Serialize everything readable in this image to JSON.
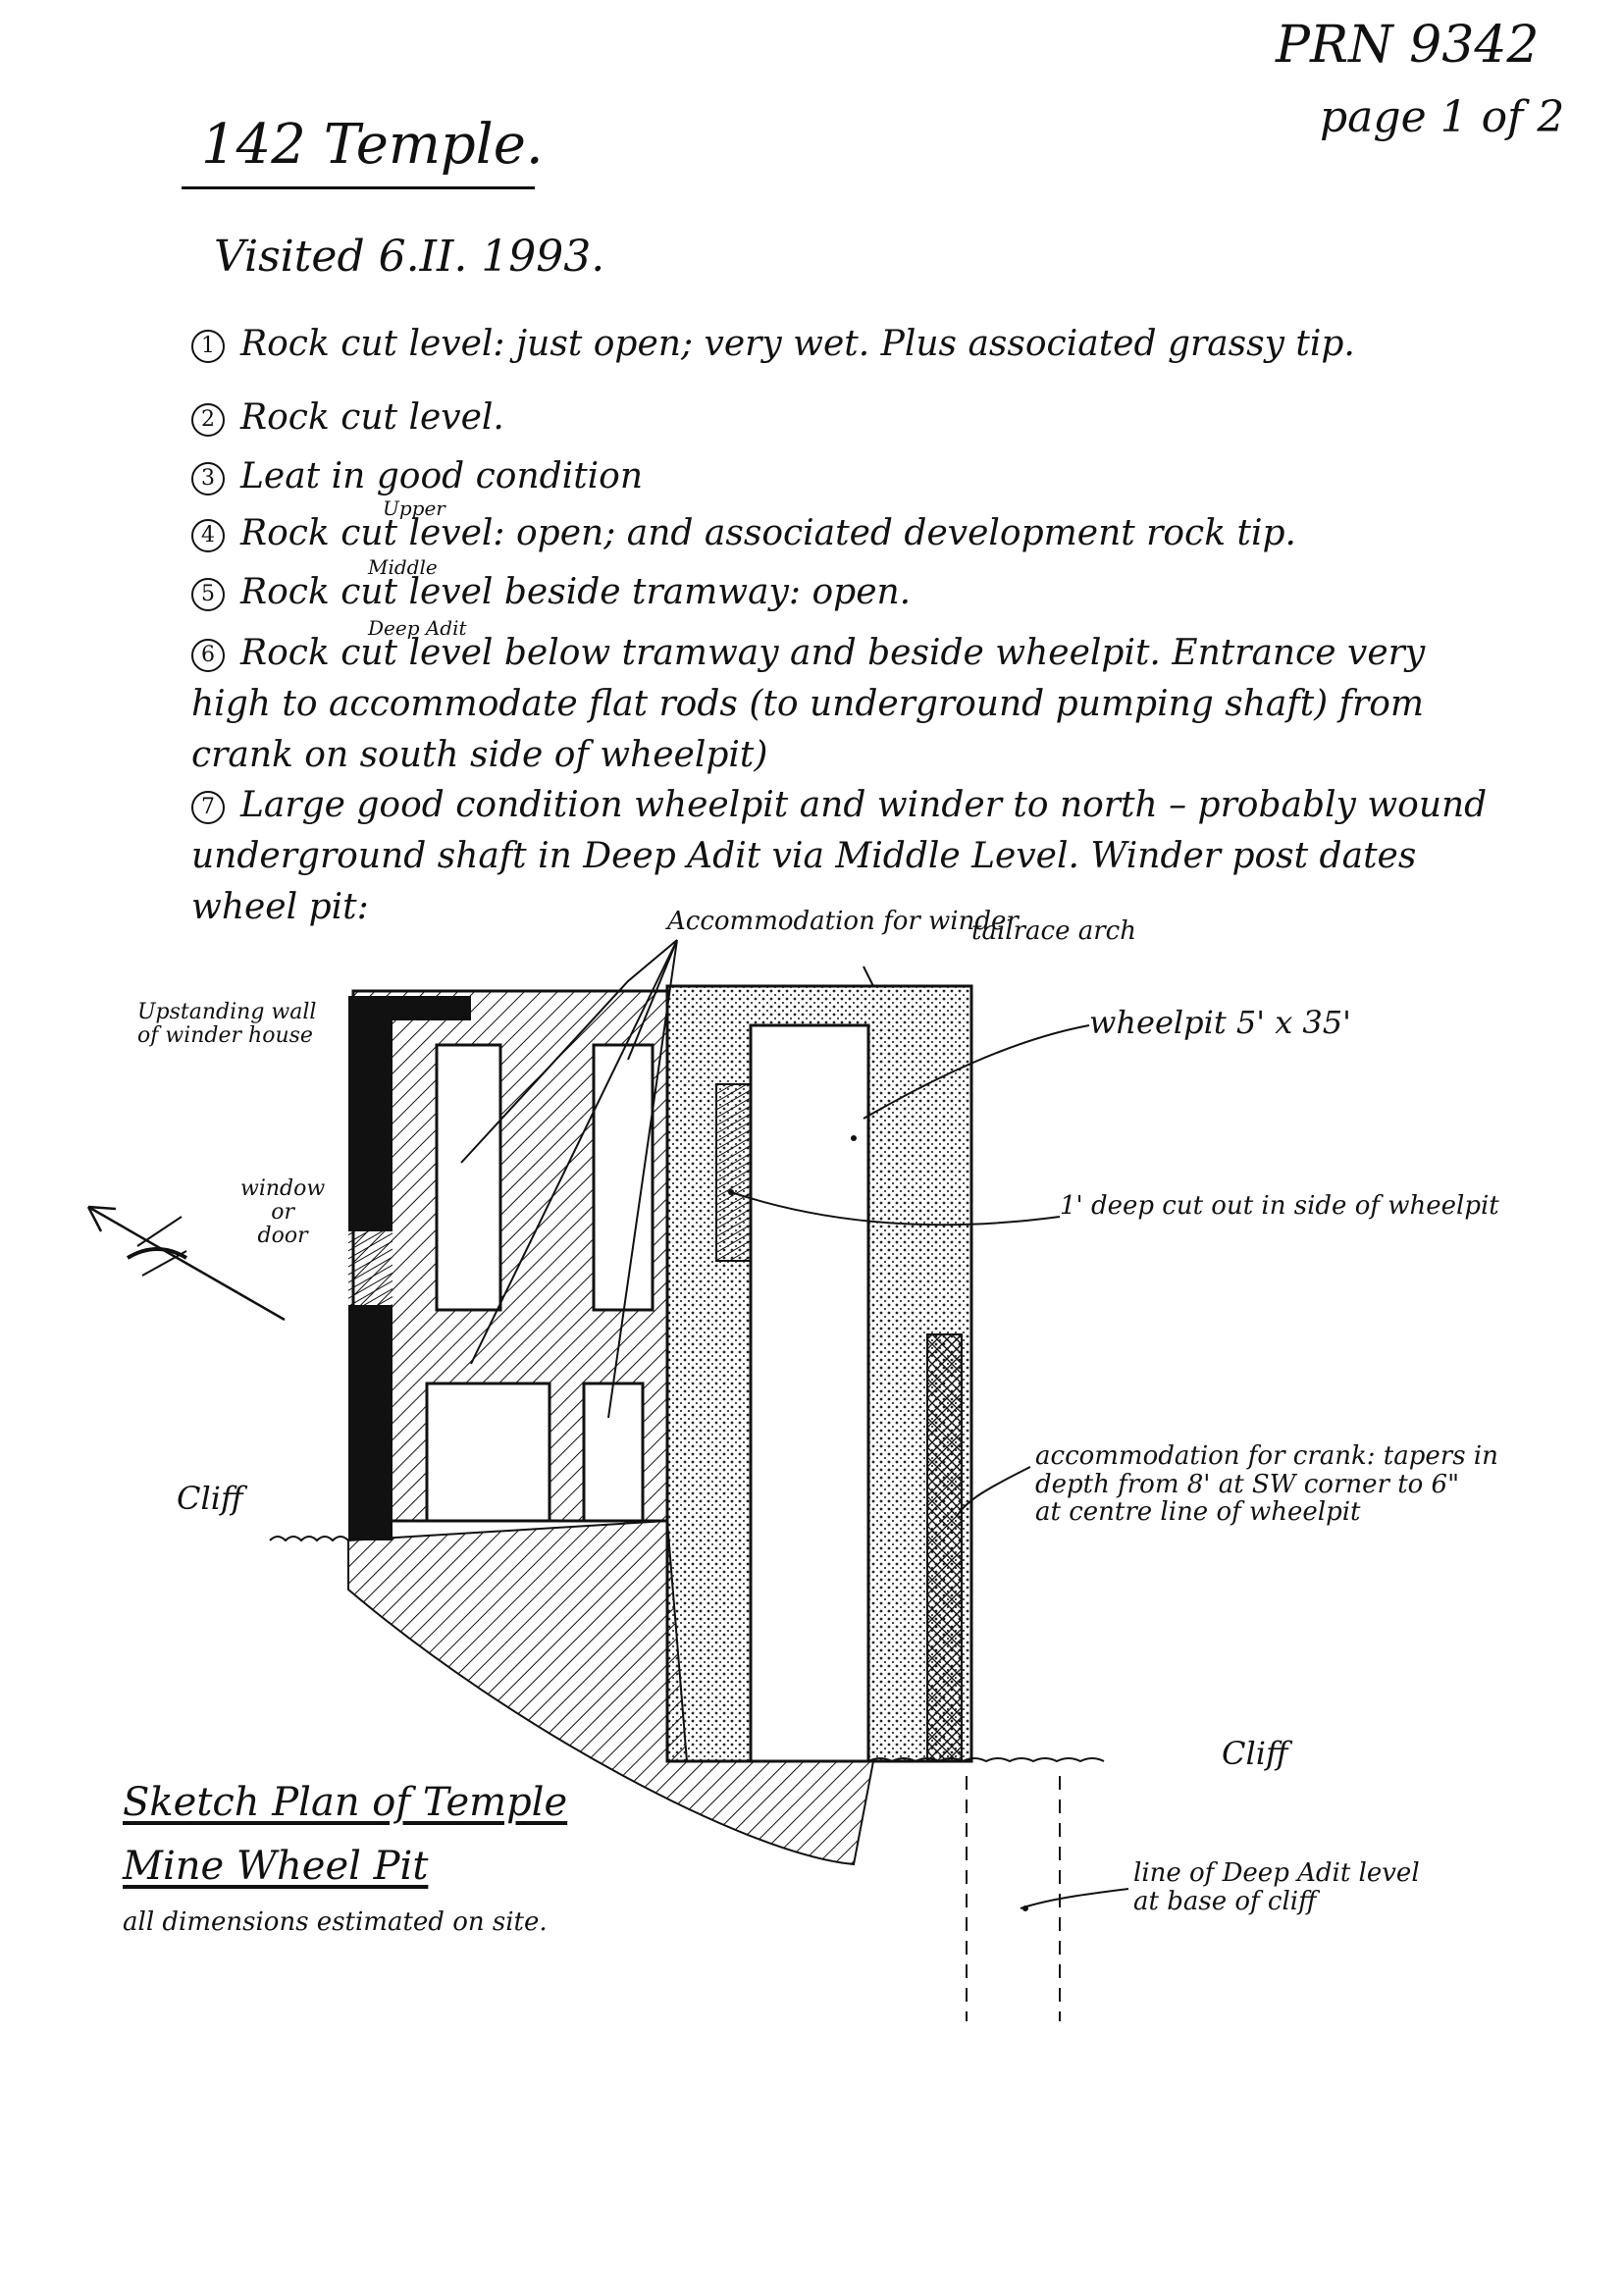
{
  "header": {
    "ref": "PRN 9342",
    "page": "page 1 of 2",
    "title": "142 Temple.",
    "visited": "Visited 6.II. 1993."
  },
  "items": [
    {
      "num": "1",
      "text": "Rock cut level: just open; very wet. Plus associated grassy tip."
    },
    {
      "num": "2",
      "text": "Rock cut level."
    },
    {
      "num": "3",
      "text": "Leat in good condition"
    },
    {
      "num": "4",
      "text": "Rock cut level: open; and associated development rock tip.",
      "insert": "Upper"
    },
    {
      "num": "5",
      "text": "Rock cut level beside tramway: open.",
      "insert": "Middle"
    },
    {
      "num": "6",
      "text": "Rock cut level below tramway and beside wheelpit. Entrance very high to accommodate flat rods (to underground pumping shaft) from crank on south side of wheelpit)",
      "insert": "Deep Adit"
    },
    {
      "num": "7",
      "text": "Large good condition wheelpit and winder to north – probably wound underground shaft in Deep Adit via Middle Level. Winder post dates wheel pit:"
    }
  ],
  "sketch_labels": {
    "accommodation_winder": "Accommodation for winder",
    "tailrace_arch": "tailrace arch",
    "upstanding_wall": [
      "Upstanding wall",
      "of winder house"
    ],
    "wheelpit": "wheelpit 5' x 35'",
    "window_door": [
      "window",
      "or",
      "door"
    ],
    "cut_out": "1' deep cut out in side of wheelpit",
    "crank": [
      "accommodation for crank: tapers in",
      "depth from 8' at SW corner to 6\"",
      "at centre line of wheelpit"
    ],
    "cliff_left": "Cliff",
    "cliff_right": "Cliff",
    "deep_adit_line": [
      "line of Deep Adit level",
      "at base of cliff"
    ]
  },
  "caption": {
    "line1": "Sketch Plan of Temple",
    "line2": "Mine Wheel Pit",
    "note": "all dimensions estimated on site."
  },
  "colors": {
    "ink": "#111111",
    "paper": "#ffffff"
  }
}
